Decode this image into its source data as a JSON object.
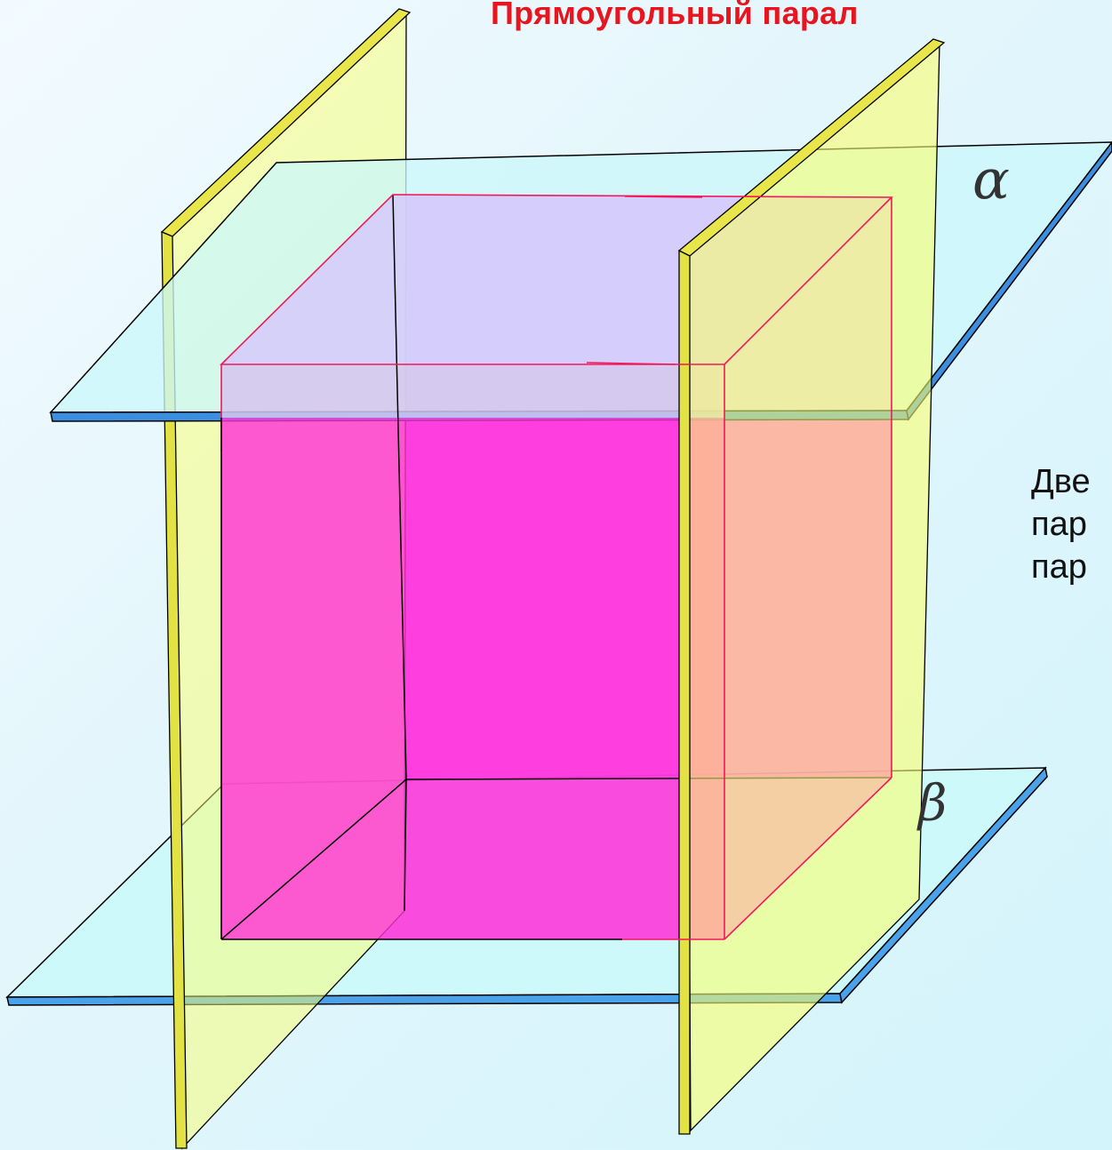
{
  "title": "Прямоугольный парал",
  "labels": {
    "alpha": "α",
    "beta": "β"
  },
  "description_lines": [
    "Две",
    "пар",
    "пар"
  ],
  "colors": {
    "title": "#e8141e",
    "horizontal_plane_fill": "#ccf7fa",
    "horizontal_plane_edge": "#3c8fe0",
    "vertical_plane_fill": "#fbff6e",
    "box_face": "#ff2bef",
    "box_edge": "#f2185a"
  }
}
